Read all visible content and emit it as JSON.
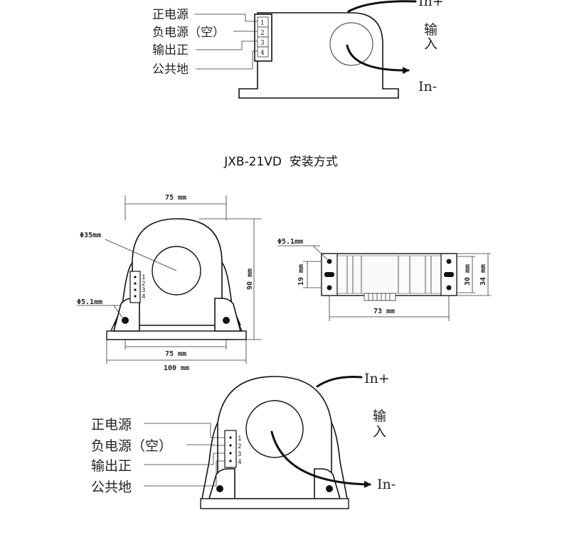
{
  "top_diagram": {
    "pins": [
      "1",
      "2",
      "3",
      "4"
    ],
    "pin_labels": [
      "正电源",
      "负电源（空）",
      "输出正",
      "公共地"
    ],
    "in_plus": "In+",
    "in_minus": "In-",
    "input_label": [
      "输",
      "入"
    ]
  },
  "title": "JXB-21VD  安装方式",
  "front_view": {
    "width_top": "75 mm",
    "hole_dia": "Φ35mm",
    "mount_hole": "Φ5.1mm",
    "height": "90 mm",
    "base_inner": "75 mm",
    "base_outer": "100 mm",
    "pins": [
      "1",
      "2",
      "3",
      "4"
    ]
  },
  "side_view": {
    "mount_hole": "Φ5.1mm",
    "left_height": "19 mm",
    "length": "73 mm",
    "height_inner": "30 mm",
    "height_outer": "34 mm"
  },
  "bottom_diagram": {
    "pins": [
      "1",
      "2",
      "3",
      "4"
    ],
    "pin_labels": [
      "正电源",
      "负电源（空）",
      "输出正",
      "公共地"
    ],
    "in_plus": "In+",
    "in_minus": "In-",
    "input_label": [
      "输",
      "入"
    ]
  }
}
